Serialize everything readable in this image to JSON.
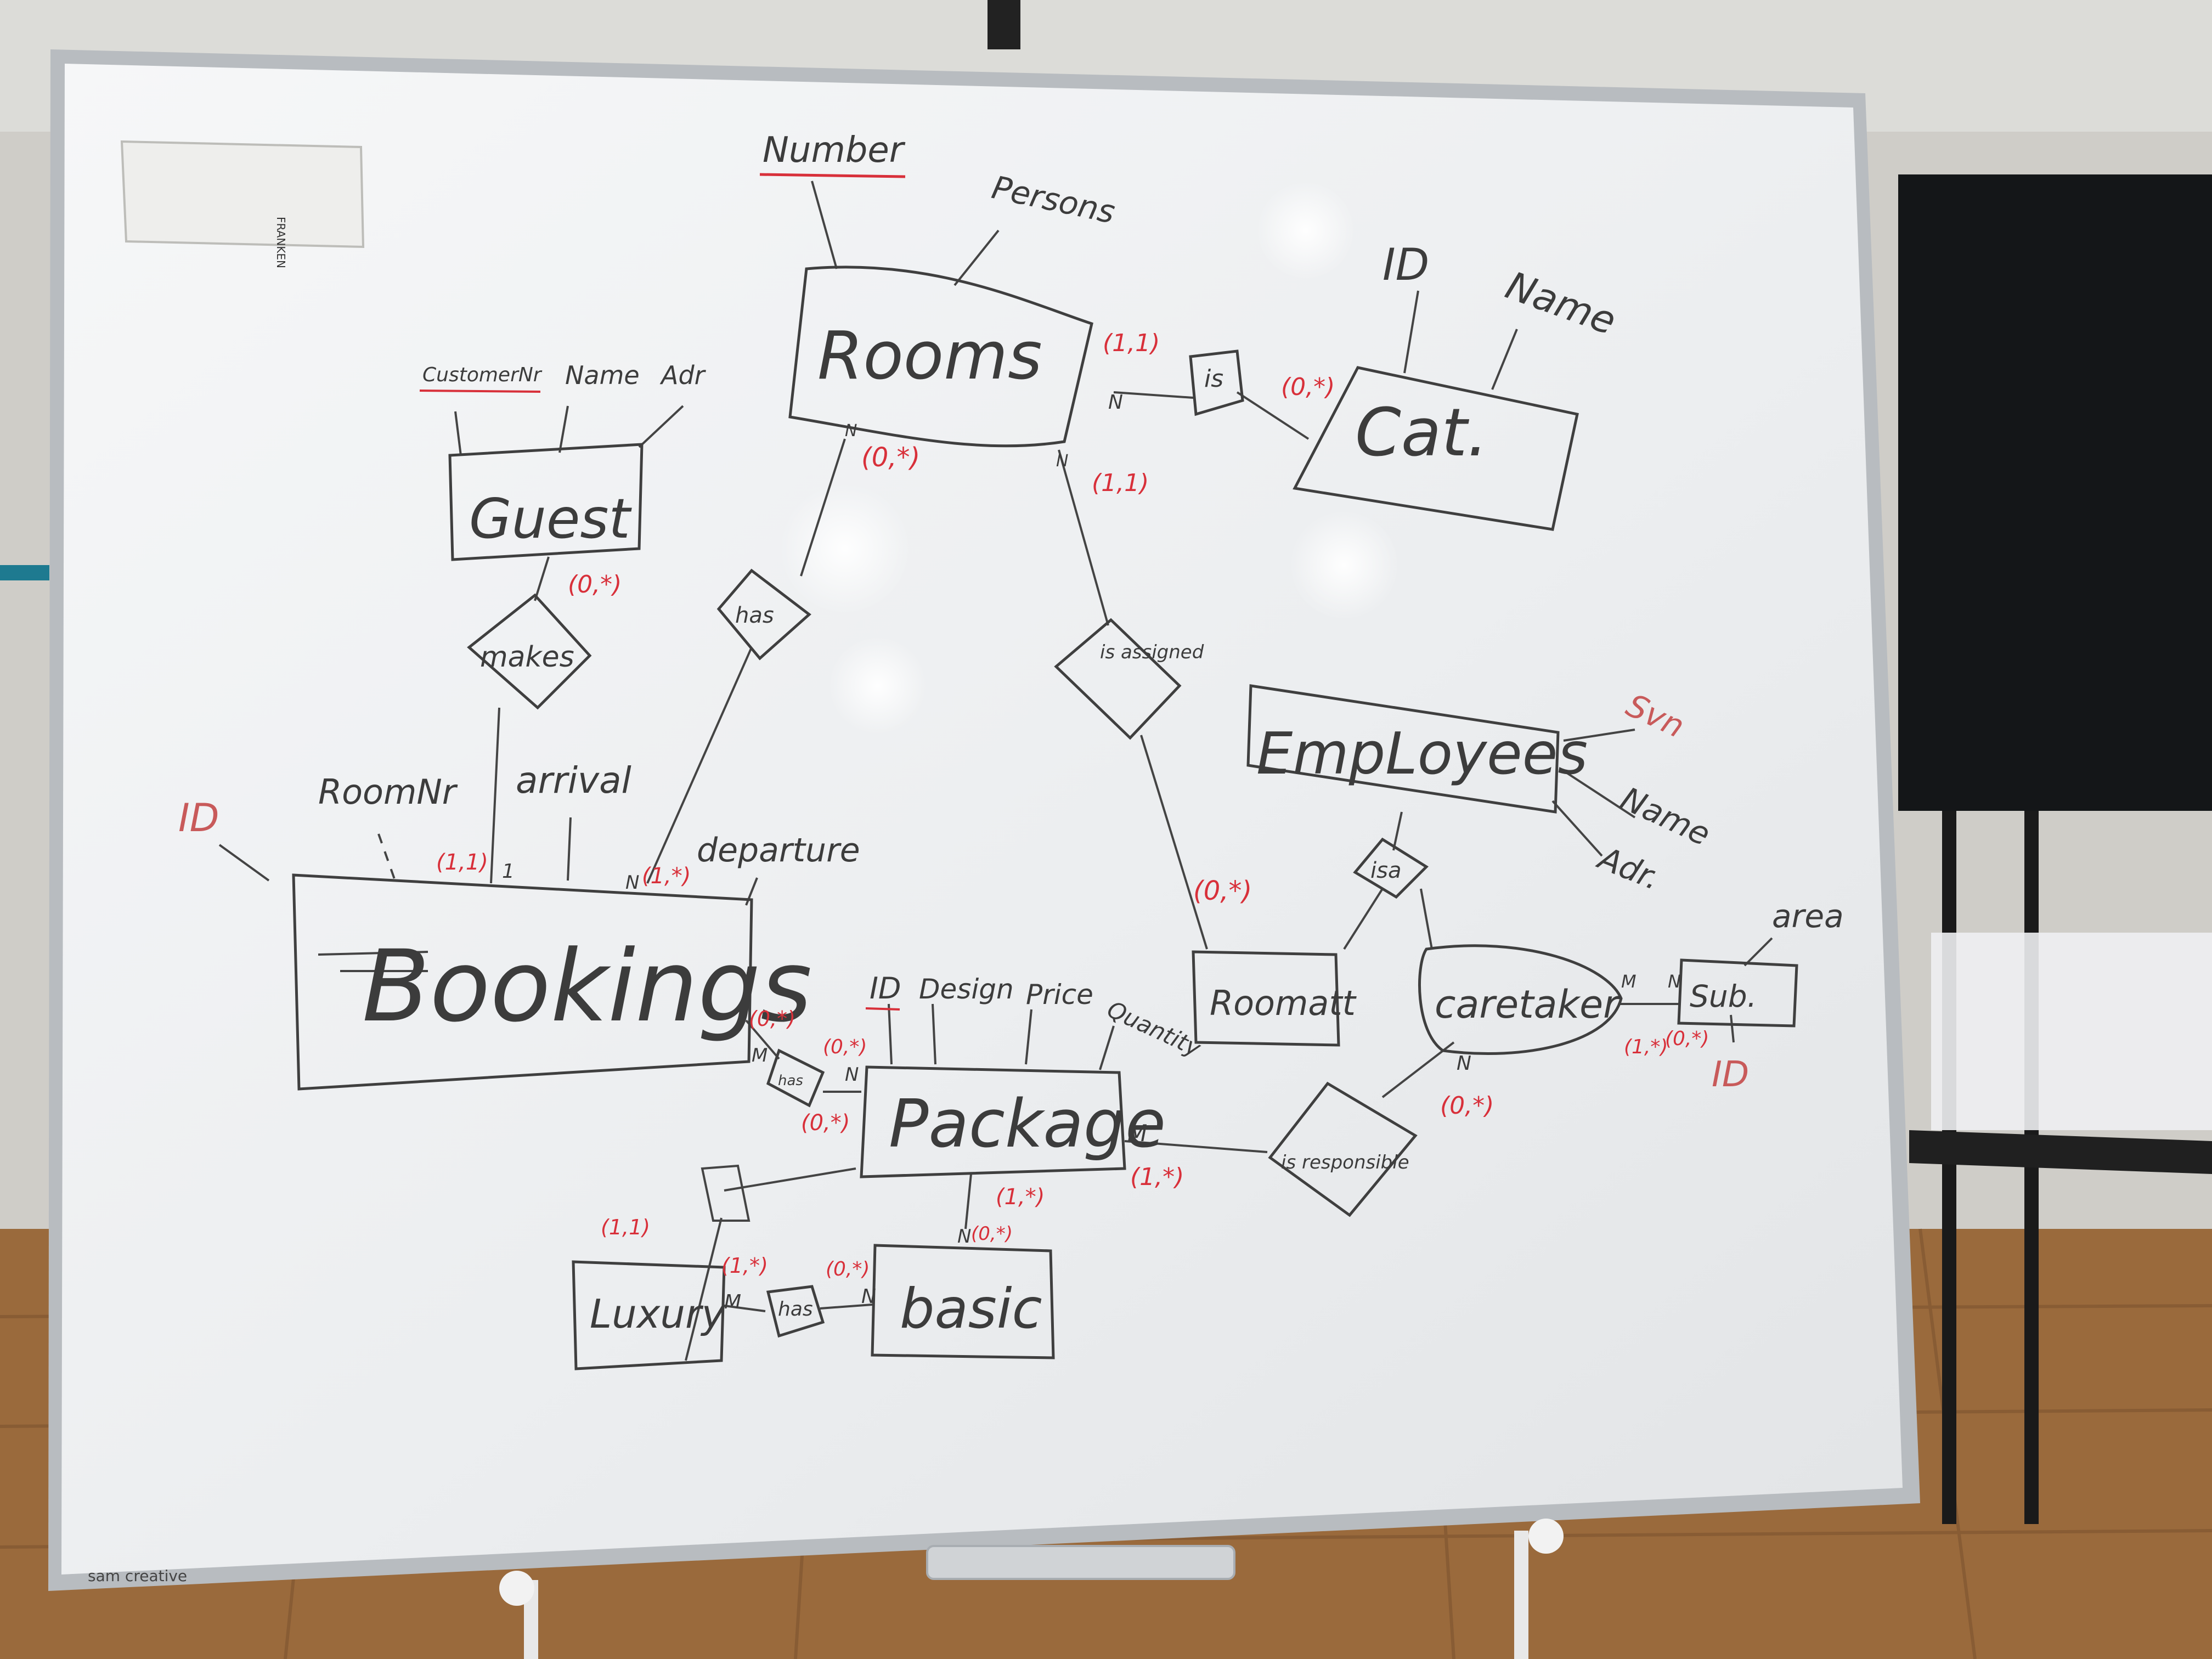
{
  "board": {
    "brand": "sam creative",
    "device_label": "FRANKEN"
  },
  "entities": {
    "rooms": "Rooms",
    "cat": "Cat.",
    "guest": "Guest",
    "bookings": "Bookings",
    "package": "Package",
    "employees": "EmpLoyees",
    "roomatt": "Roomatt",
    "caretaker": "caretaker",
    "sub": "Sub.",
    "luxury": "Luxury",
    "basic": "basic"
  },
  "relationships": {
    "rooms_cat": "is",
    "guest_bookings": "makes",
    "rooms_bookings": "has",
    "rooms_roomatt": "is assigned",
    "employees_isa": "isa",
    "bookings_package": "has",
    "package_caretaker": "is responsible",
    "luxury_basic": "has"
  },
  "attributes": {
    "rooms_number": "Number",
    "rooms_persons": "Persons",
    "cat_id": "ID",
    "cat_name": "Name",
    "guest_customernr": "CustomerNr",
    "guest_name": "Name",
    "guest_adr": "Adr",
    "bookings_id": "ID",
    "bookings_roomnr": "RoomNr",
    "bookings_arrival": "arrival",
    "bookings_departure": "departure",
    "package_id": "ID",
    "package_design": "Design",
    "package_price": "Price",
    "package_quantity": "Quantity",
    "employees_svn": "Svn",
    "employees_name": "Name",
    "employees_adr": "Adr.",
    "sub_area": "area",
    "sub_id": "ID"
  },
  "cardinalities": {
    "rooms_is": "(1,1)",
    "cat_is": "(0,*)",
    "rooms_has": "(0,*)",
    "rooms_assigned": "(1,1)",
    "guest_makes": "(0,*)",
    "bookings_makes": "(1,1)",
    "bookings_has": "(1,*)",
    "roomatt_assigned": "(0,*)",
    "bookings_pkg": "(0,*)",
    "package_has": "(0,*)",
    "package_isa": "(0,*)",
    "package_basic": "(1,*)",
    "package_resp": "(1,*)",
    "caretaker_resp": "(0,*)",
    "caretaker_sub": "(1,*)",
    "sub_caretaker": "(0,*)",
    "luxury_isa": "(1,1)",
    "luxury_has": "(1,*)",
    "basic_has": "(0,*)",
    "basic_package": "(0,*)"
  },
  "multiplicities": {
    "rooms_cat": "N",
    "rooms_bookings": "N",
    "rooms_assigned": "N",
    "bookings_guest": "1",
    "bookings_rooms": "N",
    "bookings_package": "M",
    "package_bookings": "N",
    "package_resp": "M",
    "caretaker_resp": "N",
    "caretaker_sub": "M",
    "sub_caretaker": "N",
    "luxury_has": "M",
    "basic_has": "N",
    "package_basic": "N"
  }
}
